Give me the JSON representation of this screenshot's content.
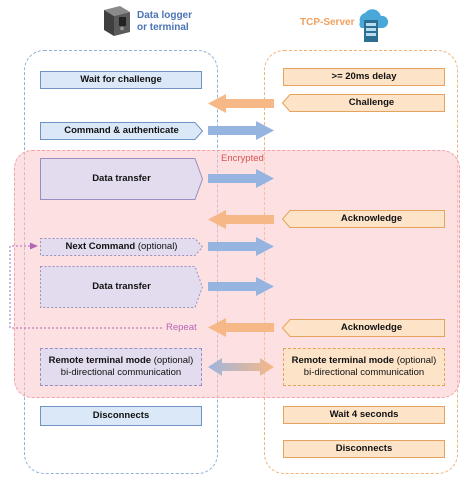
{
  "colors": {
    "client_accent": "#4a74b5",
    "server_accent": "#f2a15e",
    "encrypted_fill": "#fbc6cb",
    "encrypted_label": "#d9534f",
    "repeat_label": "#b267b5",
    "arrow_right": "#95b4e0",
    "arrow_left": "#f6b886"
  },
  "icons": {
    "client": "data-logger-device-icon",
    "server": "server-cloud-icon"
  },
  "headers": {
    "client_line1": "Data logger",
    "client_line2": "or terminal",
    "server": "TCP-Server"
  },
  "labels": {
    "encrypted": "Encrypted",
    "repeat": "Repeat"
  },
  "client_steps": {
    "wait_challenge": "Wait for challenge",
    "command_auth": "Command & authenticate",
    "data_transfer_1": "Data transfer",
    "next_command": "Next Command",
    "next_command_opt": "(optional)",
    "data_transfer_2": "Data transfer",
    "remote_mode": "Remote terminal mode",
    "remote_mode_opt": "(optional)",
    "remote_mode_sub": "bi-directional communication",
    "disconnects": "Disconnects"
  },
  "server_steps": {
    "delay": ">= 20ms delay",
    "challenge": "Challenge",
    "acknowledge_1": "Acknowledge",
    "acknowledge_2": "Acknowledge",
    "remote_mode": "Remote terminal mode",
    "remote_mode_opt": "(optional)",
    "remote_mode_sub": "bi-directional communication",
    "wait_4s": "Wait 4 seconds",
    "disconnects": "Disconnects"
  }
}
